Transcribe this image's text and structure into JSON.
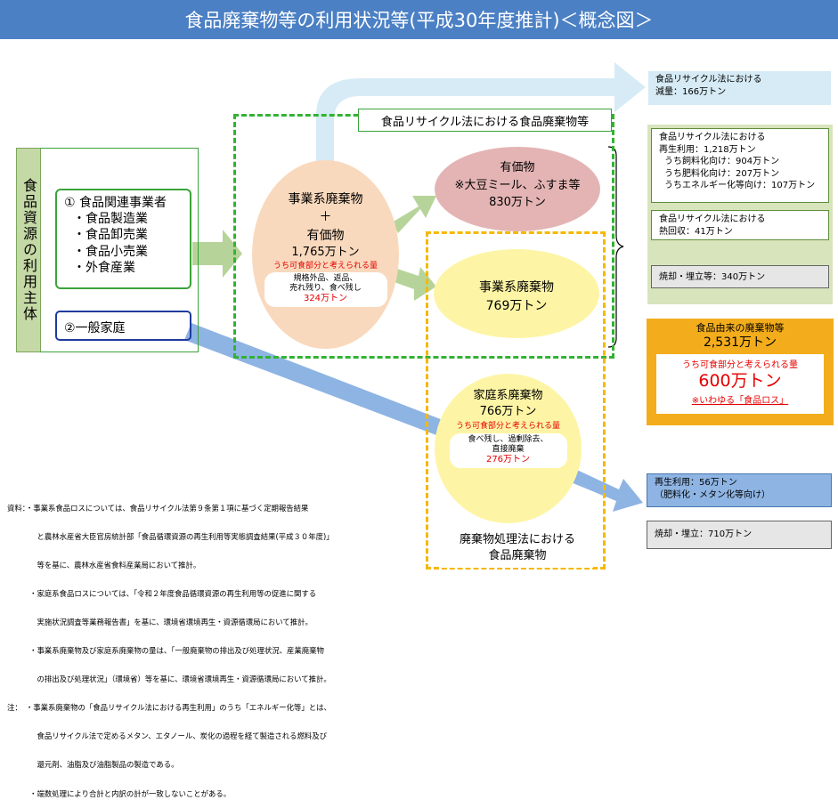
{
  "title": "食品廃棄物等の利用状況等(平成30年度推計)＜概念図＞",
  "left": {
    "vertical_label": "食品資源の利用主体",
    "entity1_title": "① 食品関連事業者",
    "entity1_items": [
      "・食品製造業",
      "・食品卸売業",
      "・食品小売業",
      "・外食産業"
    ],
    "entity2": "②一般家庭"
  },
  "dashed_green_label": "食品リサイクル法における食品廃棄物等",
  "dashed_yellow_label": "廃棄物処理法における\n食品廃棄物",
  "center_oval": {
    "line1": "事業系廃棄物",
    "line2": "＋",
    "line3": "有価物",
    "line4": "1,765万トン",
    "edible_label": "うち可食部分と考えられる量",
    "edible_detail": "規格外品、返品、\n売れ残り、食べ残し",
    "edible_value": "324万トン"
  },
  "valuables_oval": {
    "line1": "有価物",
    "line2": "※大豆ミール、ふすま等",
    "line3": "830万トン"
  },
  "business_waste_oval": {
    "line1": "事業系廃棄物",
    "line2": "769万トン"
  },
  "household_oval": {
    "line1": "家庭系廃棄物",
    "line2": "766万トン",
    "edible_label": "うち可食部分と考えられる量",
    "edible_detail": "食べ残し、過剰除去、\n直接廃棄",
    "edible_value": "276万トン"
  },
  "right": {
    "reduction": "食品リサイクル法における\n減量：166万トン",
    "recycling_title": "食品リサイクル法における\n再生利用：1,218万トン",
    "recycling_items": [
      "うち飼料化向け：904万トン",
      "うち肥料化向け：207万トン",
      "うちエネルギー化等向け：107万トン"
    ],
    "heat_recovery": "食品リサイクル法における\n熱回収：41万トン",
    "incineration1": "焼却・埋立等：340万トン",
    "summary_title": "食品由来の廃棄物等",
    "summary_value": "2,531万トン",
    "summary_edible_label": "うち可食部分と考えられる量",
    "summary_edible_value": "600万トン",
    "summary_note": "※いわゆる「食品ロス」",
    "recycle2": "再生利用：56万トン\n（肥料化・メタン化等向け）",
    "incineration2": "焼却・埋立：710万トン"
  },
  "notes": [
    "資料：・事業系食品ロスについては、食品リサイクル法第９条第１項に基づく定期報告結果",
    "　　　　と農林水産省大臣官房統計部「食品循環資源の再生利用等実態調査結果(平成３０年度)」",
    "　　　　等を基に、農林水産省食料産業局において推計。",
    "　　　・家庭系食品ロスについては、「令和２年度食品循環資源の再生利用等の促進に関する",
    "　　　　実施状況調査等業務報告書」を基に、環境省環境再生・資源循環局において推計。",
    "　　　・事業系廃棄物及び家庭系廃棄物の量は、「一般廃棄物の排出及び処理状況、産業廃棄物",
    "　　　　の排出及び処理状況」（環境省）等を基に、環境省環境再生・資源循環局において推計。",
    "注：　・事業系廃棄物の「食品リサイクル法における再生利用」のうち「エネルギー化等」とは、",
    "　　　　食品リサイクル法で定めるメタン、エタノール、炭化の過程を経て製造される燃料及び",
    "　　　　還元剤、油脂及び油脂製品の製造である。",
    "　　　・端数処理により合計と内訳の計が一致しないことがある。"
  ]
}
